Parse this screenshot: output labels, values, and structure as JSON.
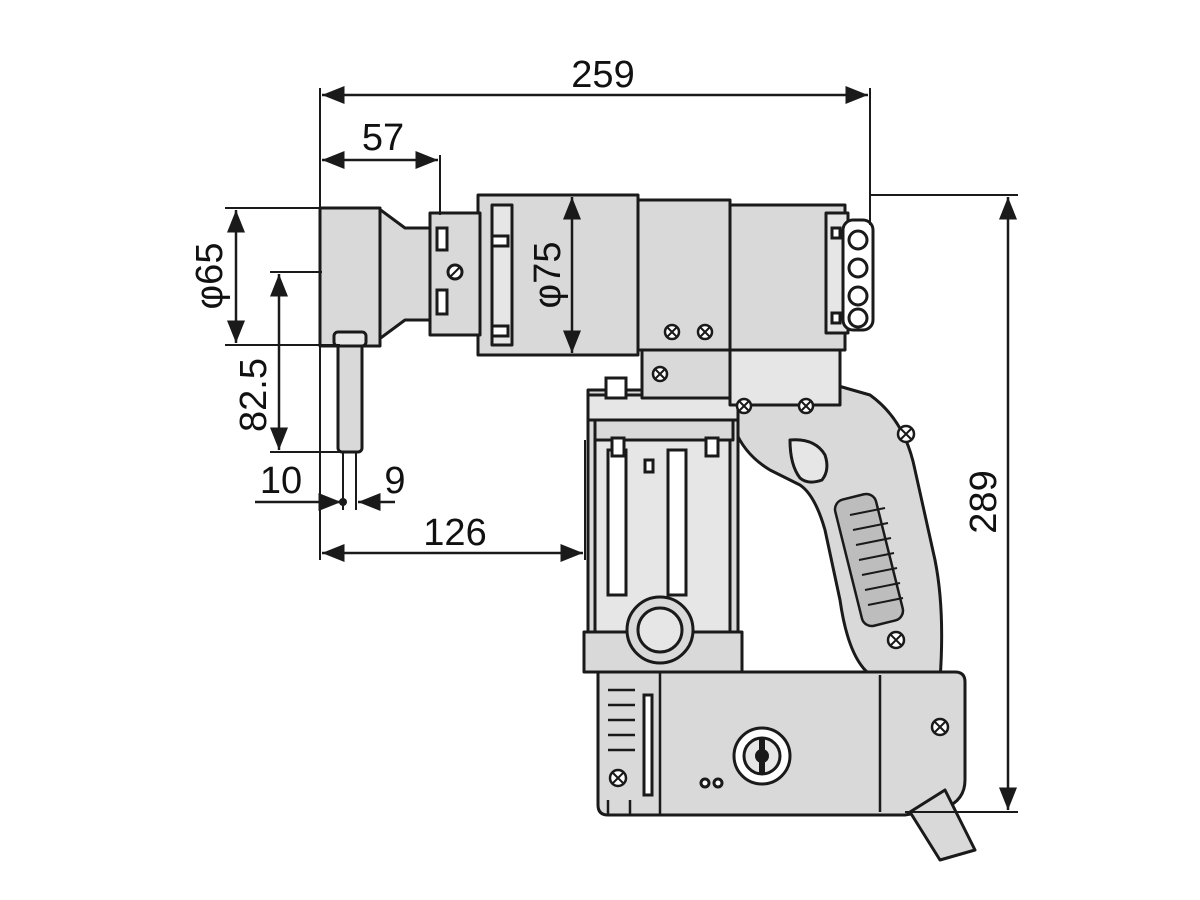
{
  "dimensions": {
    "overall_length": "259",
    "socket_length": "57",
    "socket_diameter": "φ65",
    "body_diameter": "φ75",
    "reaction_arm_length": "82.5",
    "reaction_offset_left": "10",
    "reaction_offset_right": "9",
    "center_to_grip": "126",
    "overall_height": "289"
  },
  "colors": {
    "body": "#d9d9d9",
    "outline": "#1a1a1a",
    "background": "#ffffff"
  }
}
